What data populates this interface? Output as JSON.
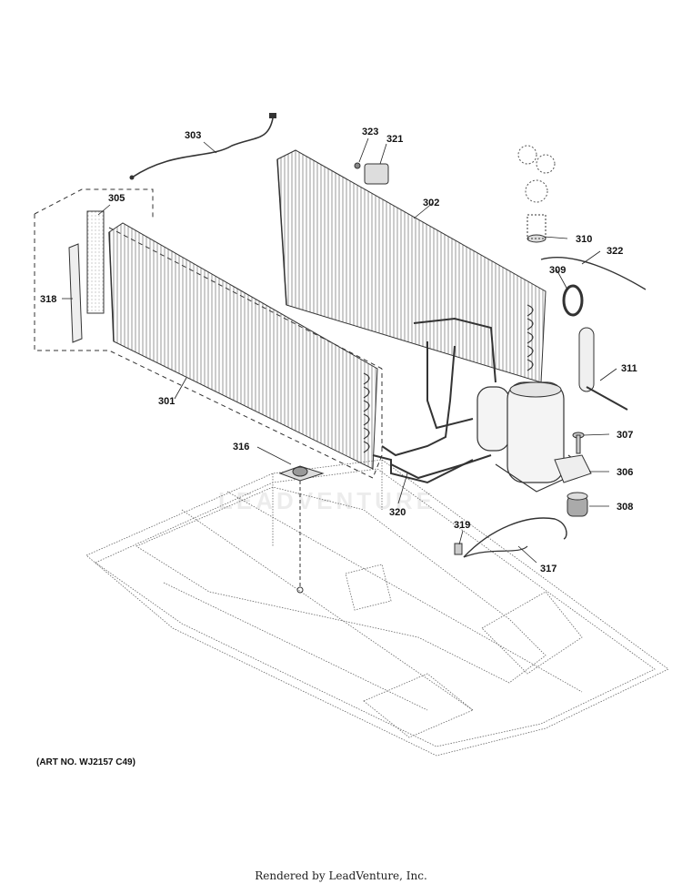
{
  "diagram": {
    "callouts": [
      "301",
      "302",
      "303",
      "305",
      "306",
      "307",
      "308",
      "309",
      "310",
      "311",
      "316",
      "317",
      "318",
      "319",
      "320",
      "321",
      "322",
      "323"
    ]
  },
  "art_number": "(ART NO. WJ2157 C49)",
  "watermark": "LEADVENTURE",
  "footer": "Rendered by LeadVenture, Inc."
}
